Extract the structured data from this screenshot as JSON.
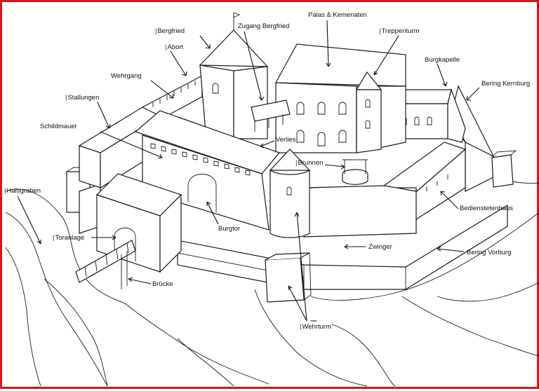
{
  "labels": {
    "bergfried": "Bergfried",
    "zugang_bergfried": "Zugang Bergfried",
    "palas": "Palas & Kemenaten",
    "abort": "Abort",
    "treppenturm": "Treppenturm",
    "wehrgang": "Wehrgang",
    "burgkapelle": "Burgkapelle",
    "stallungen": "Stallungen",
    "bering_kernburg": "Bering Kernburg",
    "schildmauer": "Schildmauer",
    "verlies": "Verlies",
    "brunnen": "Brunnen",
    "halsgraben": "Halsgraben",
    "bedienstetenhaus": "Bedienstetenhaus",
    "toranlage": "Toranlage",
    "burgtor": "Burgtor",
    "zwinger": "Zwinger",
    "bering_vorburg": "Bering Vorburg",
    "bruecke": "Brücke",
    "wehrturm": "Wehrturm"
  },
  "colors": {
    "frame": "#cc1a1a",
    "ink": "#1a1a1a"
  }
}
